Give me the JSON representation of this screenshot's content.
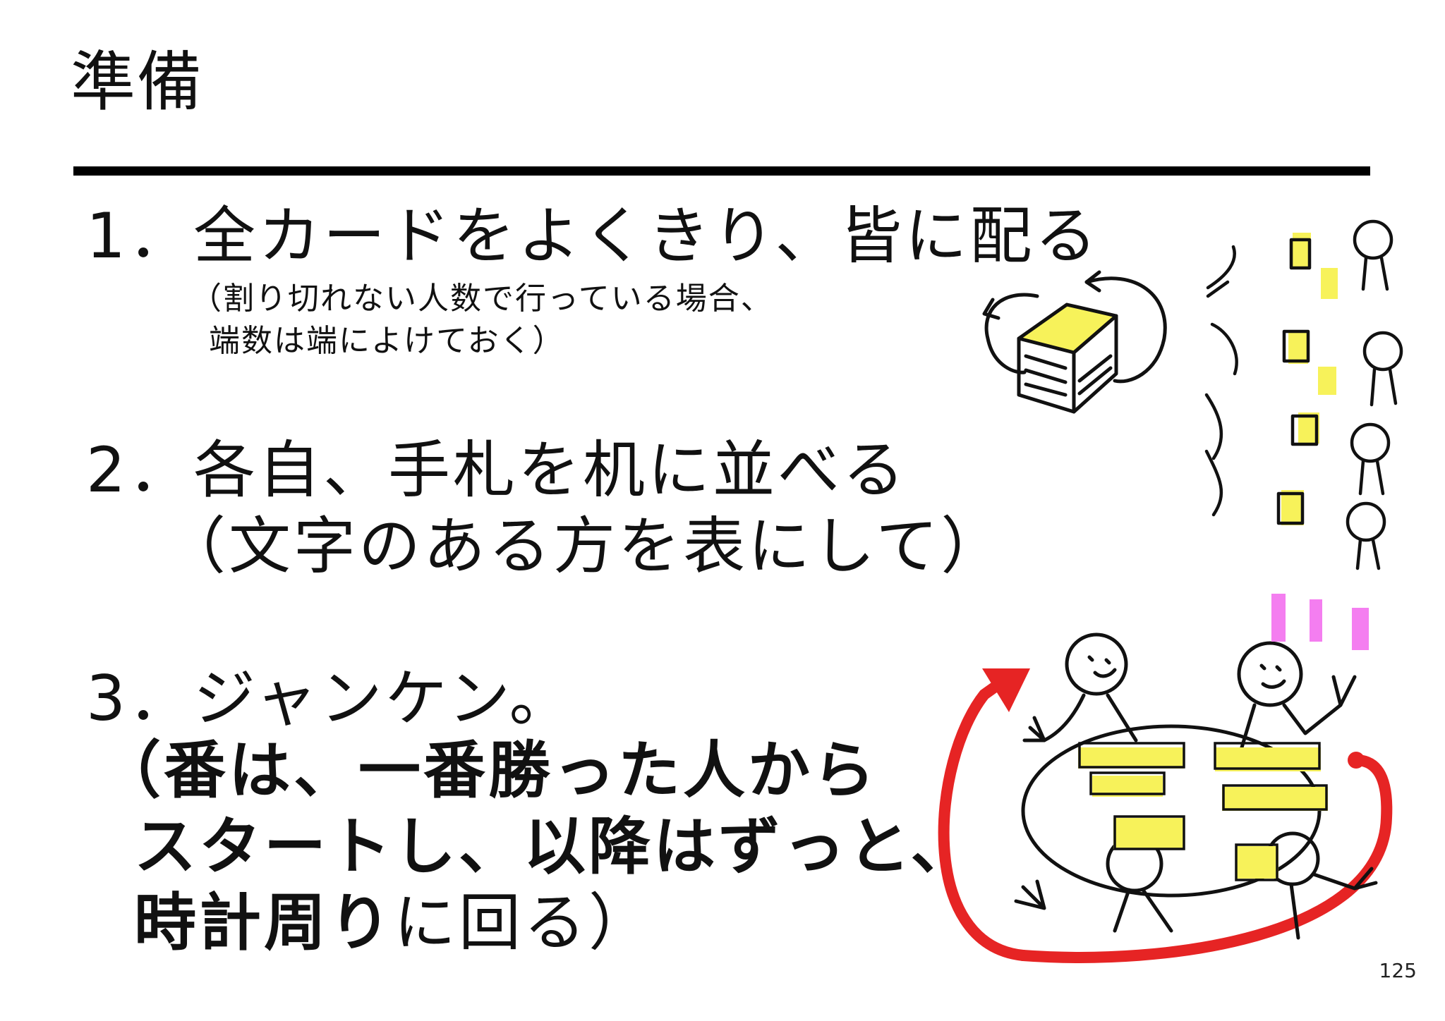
{
  "title": "準備",
  "steps": {
    "s1_main": "1．全カードをよくきり、皆に配る",
    "s1_note_1": "（割り切れない人数で行っている場合、",
    "s1_note_2": "端数は端によけておく）",
    "s2_main": "2．各自、手札を机に並べる",
    "s2_sub": "（文字のある方を表にして）",
    "s3_main": "3．ジャンケン。",
    "s3_b1": "（番は、一番勝った人から",
    "s3_b2": "スタートし、以降はずっと、",
    "s3_b3_bold": "時計周り",
    "s3_b3_rest": "に回る）"
  },
  "page_number": "125",
  "colors": {
    "highlight": "#f7f25a",
    "arrow": "#e62424",
    "ears": "#f47ef0"
  }
}
